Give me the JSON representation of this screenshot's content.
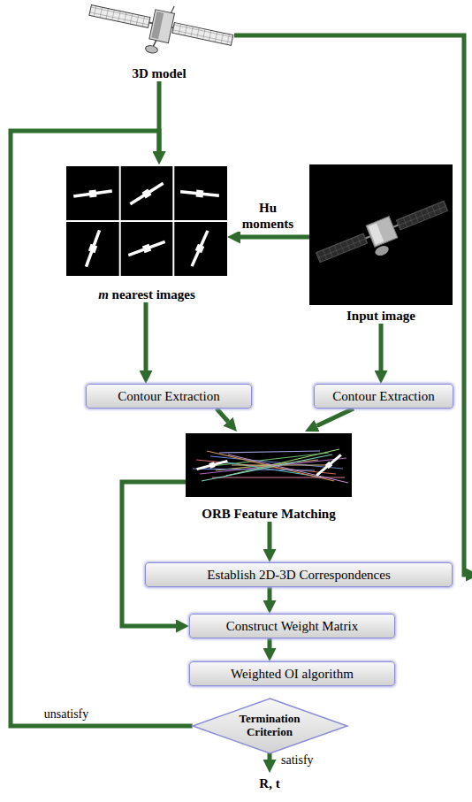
{
  "diagram": {
    "nodes": [
      {
        "text": [
          "3D model"
        ]
      },
      {
        "text": [
          "m nearest images"
        ]
      },
      {
        "text": [
          "Input image"
        ]
      },
      {
        "text": [
          "Contour Extraction"
        ]
      },
      {
        "text": [
          "Contour Extraction"
        ]
      },
      {
        "text": [
          "ORB Feature Matching"
        ]
      },
      {
        "text": [
          "Establish 2D-3D Correspondences"
        ]
      },
      {
        "text": [
          "Construct Weight Matrix"
        ]
      },
      {
        "text": [
          "Weighted OI algorithm"
        ]
      },
      {
        "text": [
          "Termination Criterion"
        ]
      },
      {
        "text": [
          "R, t"
        ]
      }
    ],
    "edges": [
      {
        "from": 0,
        "to": 1,
        "arrow": "to"
      },
      {
        "from": 2,
        "to": 1,
        "label": "Hu moments",
        "arrow": "to"
      },
      {
        "from": 1,
        "to": 3,
        "arrow": "to"
      },
      {
        "from": 2,
        "to": 4,
        "arrow": "to"
      },
      {
        "from": 3,
        "to": 5,
        "arrow": "to"
      },
      {
        "from": 4,
        "to": 5,
        "arrow": "to"
      },
      {
        "from": 5,
        "to": 6,
        "arrow": "to"
      },
      {
        "from": 0,
        "to": 6,
        "arrow": "to"
      },
      {
        "from": 5,
        "to": 7,
        "arrow": "to"
      },
      {
        "from": 6,
        "to": 7,
        "arrow": "to"
      },
      {
        "from": 7,
        "to": 8,
        "arrow": "to"
      },
      {
        "from": 8,
        "to": 9,
        "arrow": "to"
      },
      {
        "from": 9,
        "to": 1,
        "label": "unsatisfy",
        "arrow": "to"
      },
      {
        "from": 9,
        "to": 10,
        "label": "satisfy",
        "arrow": "to"
      }
    ]
  }
}
